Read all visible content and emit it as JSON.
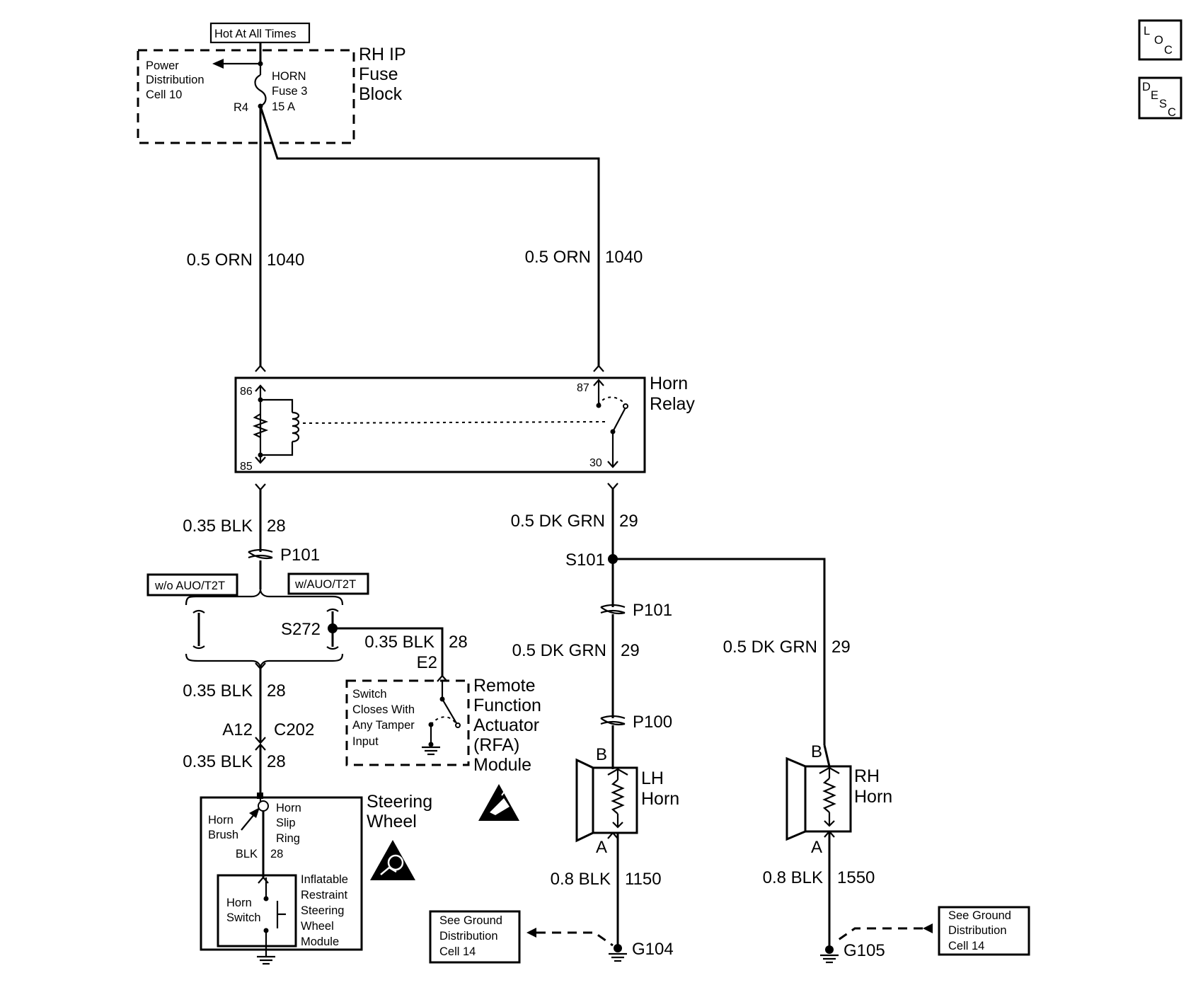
{
  "corner_boxes": {
    "loc": [
      "L",
      "O",
      "C"
    ],
    "desc": [
      "D",
      "E",
      "S",
      "C"
    ]
  },
  "fuse_block": {
    "hot_label": "Hot At All Times",
    "title": [
      "RH IP",
      "Fuse",
      "Block"
    ],
    "power_distribution": [
      "Power",
      "Distribution",
      "Cell 10"
    ],
    "fuse": [
      "HORN",
      "Fuse 3",
      "15 A"
    ],
    "pin": "R4"
  },
  "wires": {
    "w1040_left": [
      "0.5 ORN",
      "1040"
    ],
    "w1040_right": [
      "0.5 ORN",
      "1040"
    ],
    "w28_top": [
      "0.35 BLK",
      "28"
    ],
    "w29_relay": [
      "0.5 DK GRN",
      "29"
    ],
    "w28_rfa": [
      "0.35 BLK",
      "28"
    ],
    "w28_mid": [
      "0.35 BLK",
      "28"
    ],
    "w28_low": [
      "0.35 BLK",
      "28"
    ],
    "w29_lh": [
      "0.5 DK GRN",
      "29"
    ],
    "w29_rh": [
      "0.5 DK GRN",
      "29"
    ],
    "w1150": [
      "0.8 BLK",
      "1150"
    ],
    "w1550": [
      "0.8 BLK",
      "1550"
    ]
  },
  "relay": {
    "title": [
      "Horn",
      "Relay"
    ],
    "pins": {
      "p86": "86",
      "p85": "85",
      "p87": "87",
      "p30": "30"
    }
  },
  "connectors": {
    "p101_left": "P101",
    "p101_right": "P101",
    "p100": "P100",
    "s101": "S101",
    "s272": "S272",
    "e2": "E2",
    "a12": "A12",
    "c202": "C202"
  },
  "options": {
    "without": "w/o AUO/T2T",
    "with": "w/AUO/T2T"
  },
  "rfa_module": {
    "title": [
      "Remote",
      "Function",
      "Actuator",
      "(RFA)",
      "Module"
    ],
    "note": [
      "Switch",
      "Closes With",
      "Any Tamper",
      "Input"
    ]
  },
  "steering": {
    "title": [
      "Steering",
      "Wheel"
    ],
    "brush": [
      "Horn",
      "Brush"
    ],
    "ring": [
      "Horn",
      "Slip",
      "Ring"
    ],
    "wire": [
      "BLK",
      "28"
    ],
    "switch": [
      "Horn",
      "Switch"
    ],
    "module": [
      "Inflatable",
      "Restraint",
      "Steering",
      "Wheel",
      "Module"
    ]
  },
  "horns": {
    "lh": {
      "title": [
        "LH",
        "Horn"
      ],
      "pin_b": "B",
      "pin_a": "A"
    },
    "rh": {
      "title": [
        "RH",
        "Horn"
      ],
      "pin_b": "B",
      "pin_a": "A"
    }
  },
  "grounds": {
    "g104": "G104",
    "g105": "G105",
    "ref_left": [
      "See Ground",
      "Distribution",
      "Cell 14"
    ],
    "ref_right": [
      "See Ground",
      "Distribution",
      "Cell 14"
    ]
  }
}
